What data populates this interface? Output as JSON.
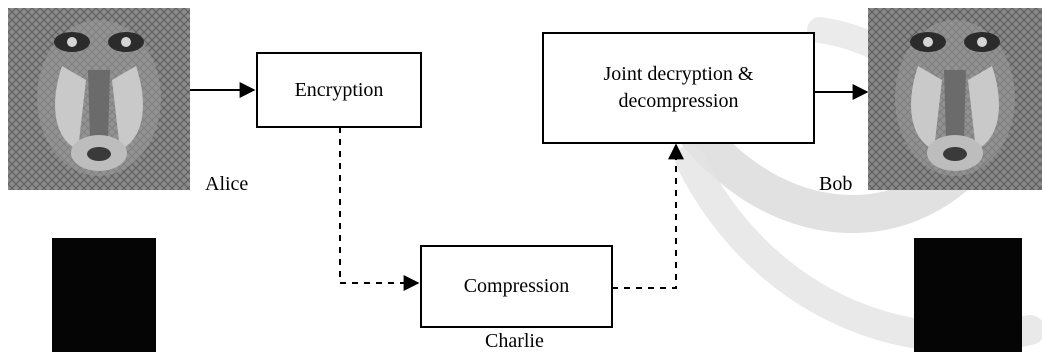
{
  "boxes": {
    "encryption": "Encryption",
    "compression": "Compression",
    "joint_line1": "Joint decryption &",
    "joint_line2": "decompression"
  },
  "labels": {
    "alice": "Alice",
    "bob": "Bob",
    "charlie": "Charlie"
  },
  "images": {
    "original": "baboon-image",
    "reconstructed": "baboon-image",
    "encrypted_left": "black-image",
    "encrypted_right": "black-image"
  },
  "colors": {
    "line": "#000000",
    "watermark": "#d9d9d9",
    "encrypted": "#050505",
    "fur": "#7e7e7e"
  }
}
